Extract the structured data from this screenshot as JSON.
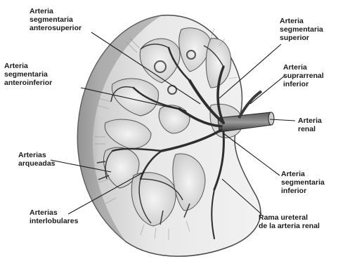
{
  "labels": {
    "seg_anterosuperior": [
      "Arteria",
      "segmentaria",
      "anterosuperior"
    ],
    "seg_anteroinferior": [
      "Arteria",
      "segmentaria",
      "anteroinferior"
    ],
    "arqueadas": [
      "Arterias",
      "arqueadas"
    ],
    "interlobulares": [
      "Arterias",
      "interlobulares"
    ],
    "seg_superior": [
      "Arteria",
      "segmentaria",
      "superior"
    ],
    "suprarrenal_inferior": [
      "Arteria",
      "suprarrenal",
      "inferior"
    ],
    "renal": [
      "Arteria",
      "renal"
    ],
    "seg_inferior": [
      "Arteria",
      "segmentaria",
      "inferior"
    ],
    "rama_ureteral": [
      "Rama ureteral",
      "de la arteria renal"
    ]
  }
}
